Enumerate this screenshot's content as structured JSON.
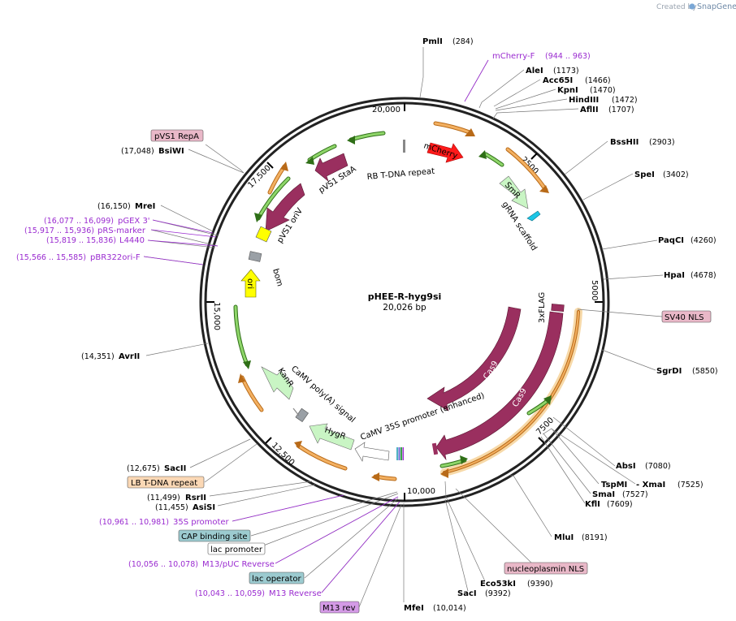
{
  "watermark": {
    "prefix": "Created by",
    "brand": "SnapGene"
  },
  "plasmid": {
    "name": "pHEE-R-hyg9si",
    "length_label": "20,026 bp"
  },
  "ticks": [
    "20,000",
    "2500",
    "5000",
    "7500",
    "10,000",
    "12,500",
    "15,000",
    "17,500"
  ],
  "sites_right": [
    {
      "name": "PmlI",
      "pos": "(284)"
    },
    {
      "name": "AleI",
      "pos": "(1173)"
    },
    {
      "name": "Acc65I",
      "pos": "(1466)"
    },
    {
      "name": "KpnI",
      "pos": "(1470)"
    },
    {
      "name": "HindIII",
      "pos": "(1472)"
    },
    {
      "name": "AflII",
      "pos": "(1707)"
    },
    {
      "name": "BssHII",
      "pos": "(2903)"
    },
    {
      "name": "SpeI",
      "pos": "(3402)"
    },
    {
      "name": "PaqCI",
      "pos": "(4260)"
    },
    {
      "name": "HpaI",
      "pos": "(4678)"
    },
    {
      "name": "SgrDI",
      "pos": "(5850)"
    },
    {
      "name": "AbsI",
      "pos": "(7080)"
    },
    {
      "name": "TspMI",
      "pos": ""
    },
    {
      "name": "- XmaI",
      "pos": "(7525)"
    },
    {
      "name": "SmaI",
      "pos": "(7527)"
    },
    {
      "name": "KflI",
      "pos": "(7609)"
    },
    {
      "name": "MluI",
      "pos": "(8191)"
    },
    {
      "name": "Eco53kI",
      "pos": "(9390)"
    },
    {
      "name": "SacI",
      "pos": "(9392)"
    },
    {
      "name": "MfeI",
      "pos": "(10,014)"
    }
  ],
  "sites_left": [
    {
      "name": "BsiWI",
      "pos": "(17,048)"
    },
    {
      "name": "MreI",
      "pos": "(16,150)"
    },
    {
      "name": "AvrII",
      "pos": "(14,351)"
    },
    {
      "name": "SacII",
      "pos": "(12,675)"
    },
    {
      "name": "RsrII",
      "pos": "(11,499)"
    },
    {
      "name": "AsiSI",
      "pos": "(11,455)"
    }
  ],
  "primers_left": [
    {
      "name": "pGEX 3'",
      "pos": "(16,077 .. 16,099)"
    },
    {
      "name": "pRS-marker",
      "pos": "(15,917 .. 15,936)"
    },
    {
      "name": "L4440",
      "pos": "(15,819 .. 15,836)"
    },
    {
      "name": "pBR322ori-F",
      "pos": "(15,566 .. 15,585)"
    },
    {
      "name": "35S promoter",
      "pos": "(10,961 .. 10,981)"
    },
    {
      "name": "M13/pUC Reverse",
      "pos": "(10,056 .. 10,078)"
    },
    {
      "name": "M13 Reverse",
      "pos": "(10,043 .. 10,059)"
    }
  ],
  "primer_top": {
    "name": "mCherry-F",
    "pos": "(944 .. 963)"
  },
  "boxed_features": [
    {
      "name": "pVS1 RepA",
      "color": "#e9b8c8"
    },
    {
      "name": "SV40 NLS",
      "color": "#e9b8c8"
    },
    {
      "name": "nucleoplasmin NLS",
      "color": "#e9b8c8"
    },
    {
      "name": "LB T-DNA repeat",
      "color": "#fbd8b5"
    },
    {
      "name": "CAP binding site",
      "color": "#9ccbd0"
    },
    {
      "name": "lac promoter",
      "color": "#ffffff"
    },
    {
      "name": "lac operator",
      "color": "#9ccbd0"
    },
    {
      "name": "M13 rev",
      "color": "#d49ae6"
    }
  ],
  "inner_features": {
    "rb": "RB T-DNA repeat",
    "mcherry": "mCherry",
    "smr": "SmR",
    "grna": "gRNA scaffold",
    "pvs1_staa": "pVS1 StaA",
    "pvs1_oriv": "pVS1 oriV",
    "bom": "bom",
    "ori": "ori",
    "flag": "3xFLAG",
    "cas9a": "Cas9",
    "cas9b": "Cas9",
    "kanr": "KanR",
    "polya": "CaMV poly(A) signal",
    "hygr": "HygR",
    "p35s": "CaMV 35S promoter (enhanced)"
  },
  "colors": {
    "backbone": "#222222",
    "mcherry": "#ff1a1a",
    "maroon": "#9a2f5f",
    "light_green": "#c9f5c4",
    "orange_arrow": "#f0a24a",
    "green_arrow": "#5fbf3f",
    "yellow": "#ffff00",
    "primer": "#9a2bd0"
  }
}
